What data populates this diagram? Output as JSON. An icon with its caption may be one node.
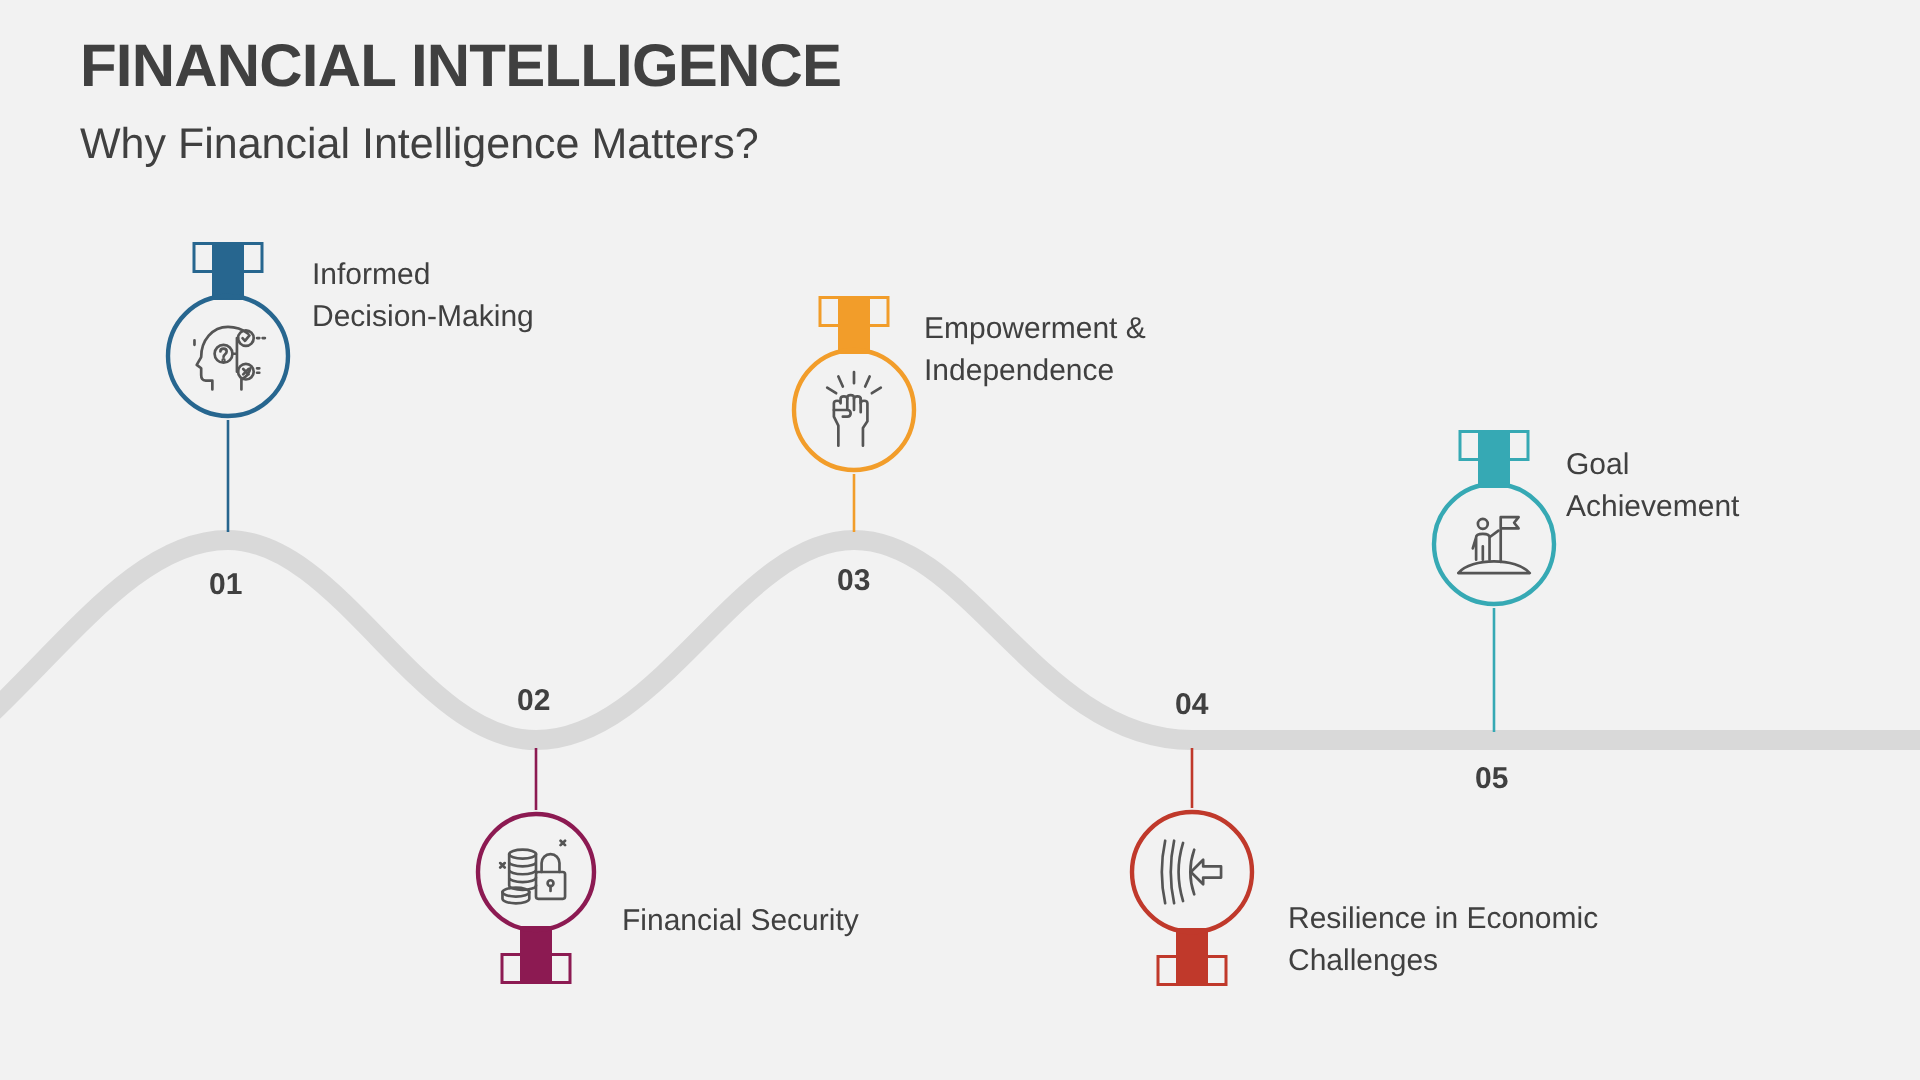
{
  "diagram": {
    "title": "FINANCIAL INTELLIGENCE",
    "nodes": [
      {
        "text": [
          "Informed Decision-Making"
        ]
      },
      {
        "text": [
          "Financial Security"
        ]
      },
      {
        "text": [
          "Empowerment & Independence"
        ]
      },
      {
        "text": [
          "Resilience in Economic Challenges"
        ]
      },
      {
        "text": [
          "Goal Achievement"
        ]
      }
    ],
    "edges": [
      {
        "from": 0,
        "to": null,
        "arrow": "none",
        "color": "#27668f"
      },
      {
        "from": 1,
        "to": null,
        "arrow": "none",
        "color": "#8c1a52"
      },
      {
        "from": 2,
        "to": null,
        "arrow": "none",
        "color": "#f29d2a"
      },
      {
        "from": 3,
        "to": null,
        "arrow": "none",
        "color": "#c0392b"
      },
      {
        "from": 4,
        "to": null,
        "arrow": "none",
        "color": "#36a9b4"
      }
    ],
    "labels": [
      "Why Financial Intelligence Matters?",
      "01",
      "02",
      "03",
      "04",
      "05"
    ]
  }
}
